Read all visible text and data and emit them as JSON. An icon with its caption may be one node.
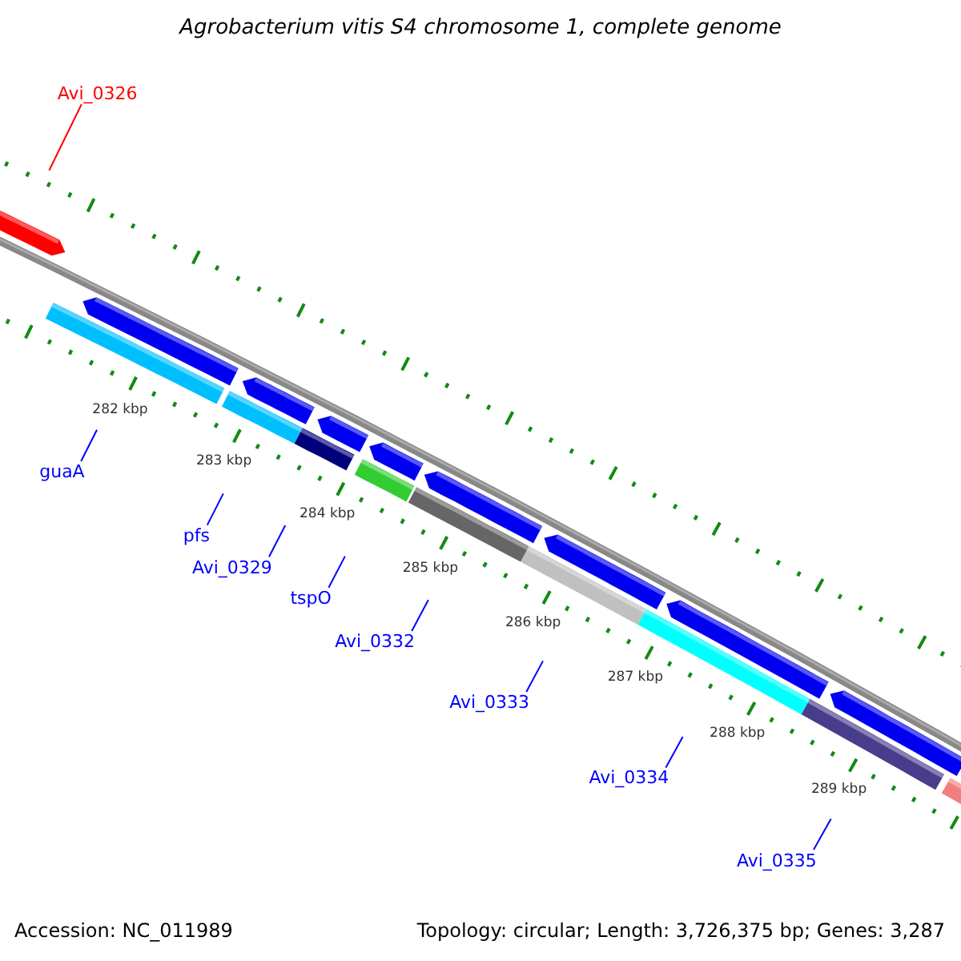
{
  "diagram": {
    "title": "Agrobacterium vitis S4 chromosome 1, complete genome",
    "nodes": [
      {
        "text": [
          "Avi_0326"
        ]
      },
      {
        "text": [
          "guaA"
        ]
      },
      {
        "text": [
          "pfs"
        ]
      },
      {
        "text": [
          "Avi_0329"
        ]
      },
      {
        "text": [
          "tspO"
        ]
      },
      {
        "text": [
          "Avi_0332"
        ]
      },
      {
        "text": [
          "Avi_0333"
        ]
      },
      {
        "text": [
          "Avi_0334"
        ]
      },
      {
        "text": [
          "Avi_0335"
        ]
      }
    ],
    "edges": [
      {
        "from": 0,
        "to": null,
        "arrow": "none",
        "color": "#ff0000"
      },
      {
        "from": 1,
        "to": null,
        "arrow": "none"
      },
      {
        "from": 2,
        "to": null,
        "arrow": "none"
      },
      {
        "from": 3,
        "to": null,
        "arrow": "none"
      },
      {
        "from": 4,
        "to": null,
        "arrow": "none"
      },
      {
        "from": 5,
        "to": null,
        "arrow": "none"
      },
      {
        "from": 6,
        "to": null,
        "arrow": "none"
      },
      {
        "from": 7,
        "to": null,
        "arrow": "none"
      },
      {
        "from": 8,
        "to": null,
        "arrow": "none"
      }
    ],
    "labels": [
      "282 kbp",
      "283 kbp",
      "284 kbp",
      "285 kbp",
      "286 kbp",
      "287 kbp",
      "288 kbp",
      "289 kbp",
      "Accession: NC_011989",
      "Topology: circular; Length: 3,726,375 bp; Genes: 3,287"
    ]
  }
}
